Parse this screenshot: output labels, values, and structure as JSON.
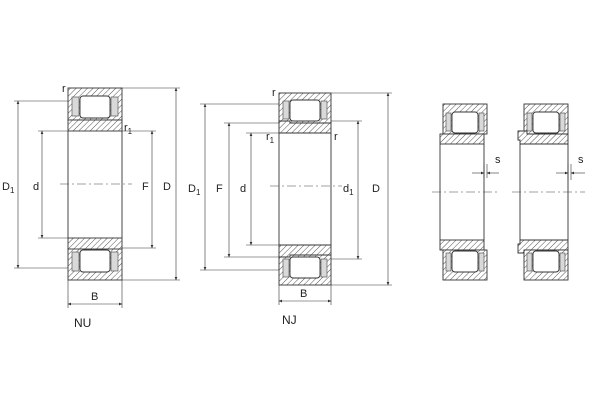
{
  "diagram": {
    "views": [
      {
        "id": "nu",
        "caption": "NU",
        "labels": {
          "r": "r",
          "r1": "r",
          "r1_sub": "1",
          "D1": "D",
          "D1_sub": "1",
          "d": "d",
          "F": "F",
          "D": "D",
          "B": "B"
        }
      },
      {
        "id": "nj",
        "caption": "NJ",
        "labels": {
          "r_top": "r",
          "r1": "r",
          "r1_sub": "1",
          "r_side": "r",
          "D1": "D",
          "D1_sub": "1",
          "F": "F",
          "d": "d",
          "d1": "d",
          "d1_sub": "1",
          "D": "D",
          "B": "B"
        }
      },
      {
        "id": "displacement-left",
        "labels": {
          "s": "s"
        }
      },
      {
        "id": "displacement-right",
        "labels": {
          "s": "s"
        }
      }
    ],
    "colors": {
      "line": "#333333",
      "hatch": "#555555",
      "cage_fill": "#d9d9d9",
      "background": "#ffffff"
    }
  }
}
